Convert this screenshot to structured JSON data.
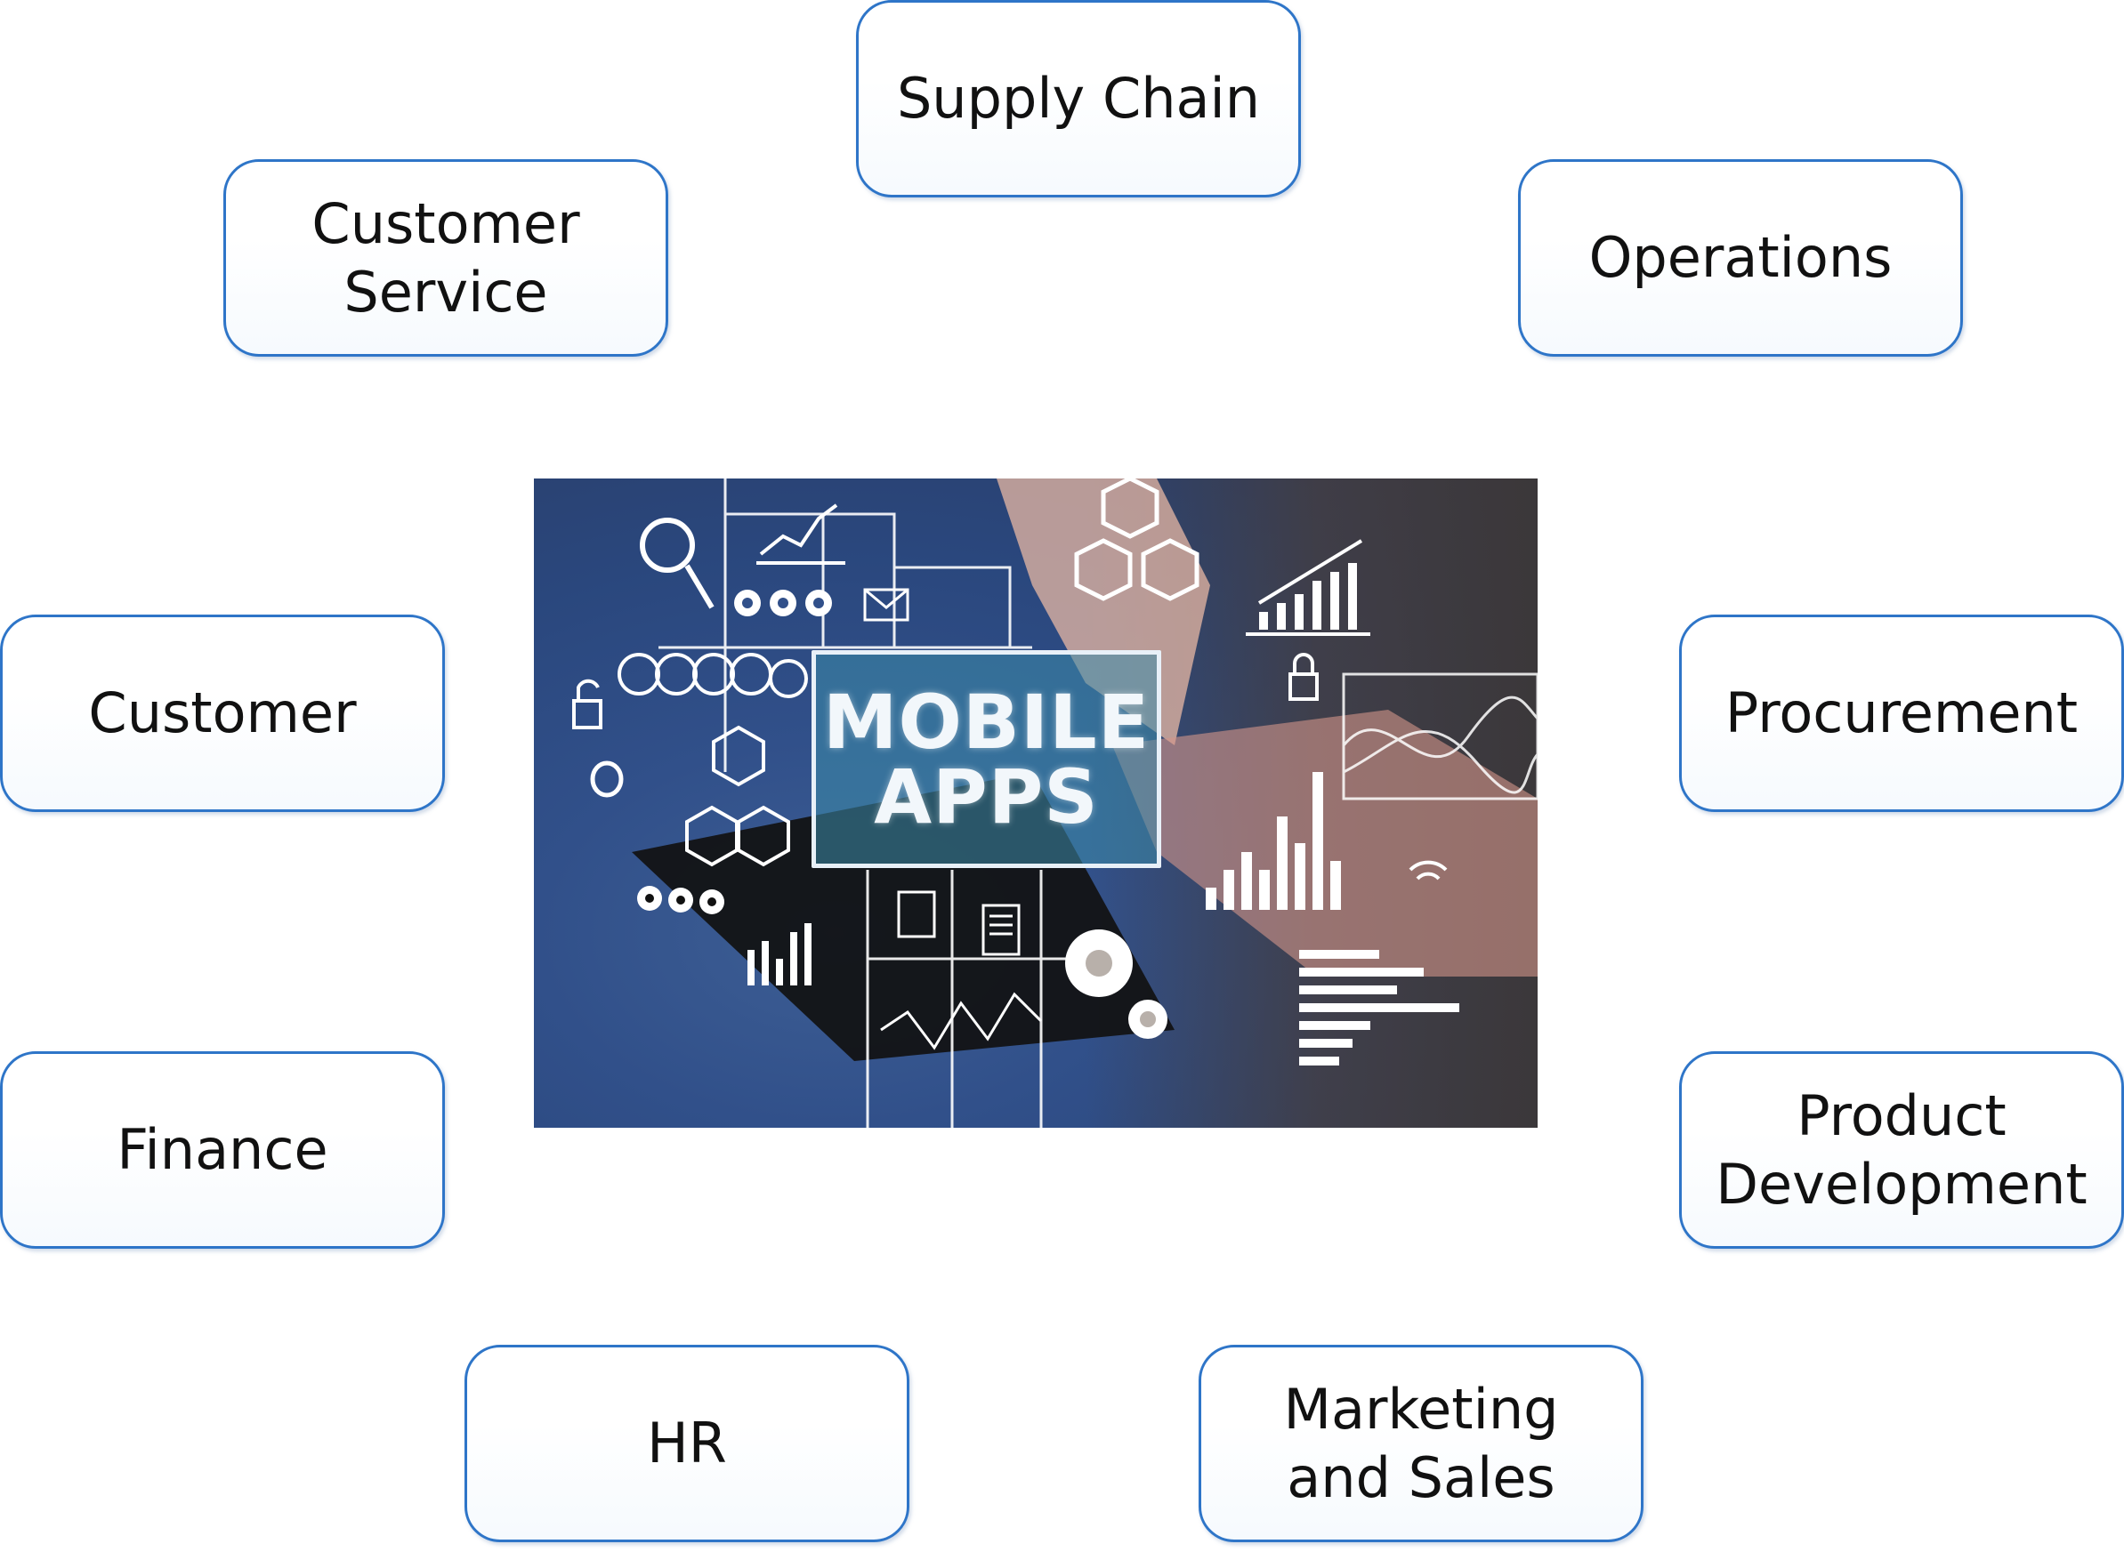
{
  "center": {
    "line1": "MOBILE",
    "line2": "APPS"
  },
  "nodes": [
    {
      "id": "supply-chain",
      "label": "Supply Chain"
    },
    {
      "id": "customer-service",
      "label": "Customer\nService"
    },
    {
      "id": "operations",
      "label": "Operations"
    },
    {
      "id": "customer",
      "label": "Customer"
    },
    {
      "id": "procurement",
      "label": "Procurement"
    },
    {
      "id": "finance",
      "label": "Finance"
    },
    {
      "id": "product-development",
      "label": "Product\nDevelopment"
    },
    {
      "id": "hr",
      "label": "HR"
    },
    {
      "id": "marketing-and-sales",
      "label": "Marketing\nand Sales"
    }
  ],
  "colors": {
    "node_border": "#2e75c8",
    "node_text": "#111111",
    "image_blue": "#31508a",
    "image_white": "#f2f7fb"
  }
}
